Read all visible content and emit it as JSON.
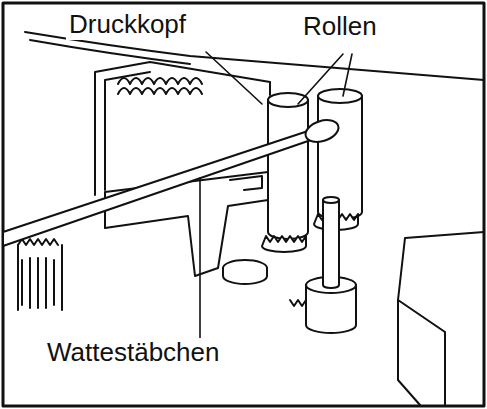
{
  "diagram": {
    "labels": [
      "Druckkopf",
      "Rollen",
      "Wattestäbchen"
    ]
  }
}
